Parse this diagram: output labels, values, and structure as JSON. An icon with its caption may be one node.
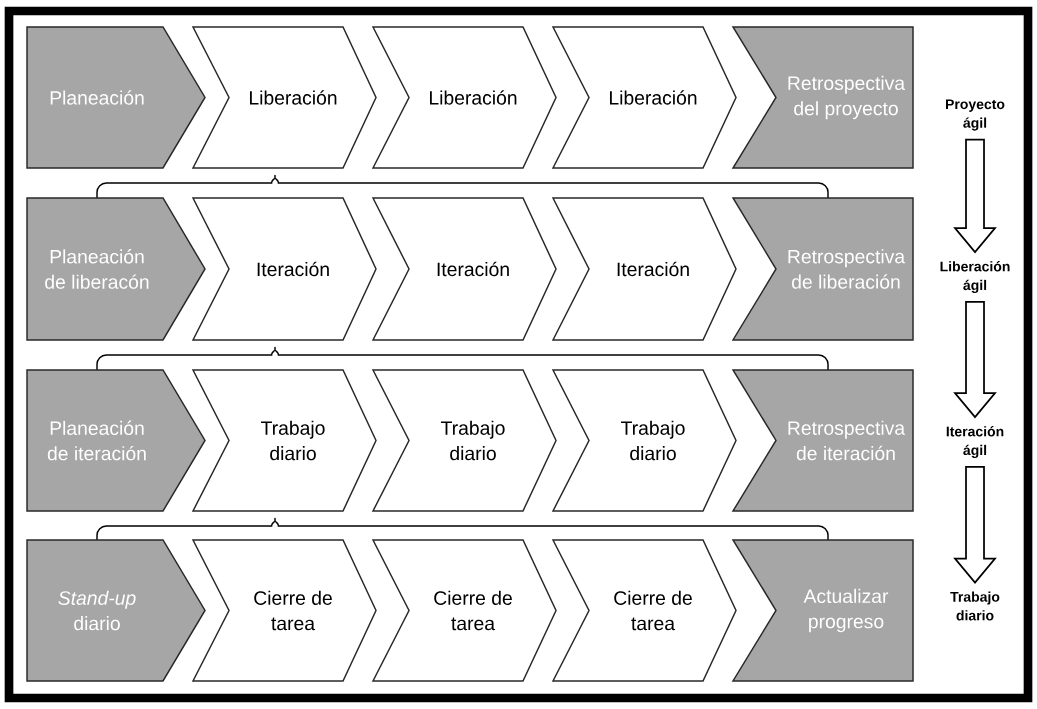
{
  "diagram": {
    "nodes": [
      {
        "text": [
          "Planeación"
        ]
      },
      {
        "text": [
          "Liberación"
        ]
      },
      {
        "text": [
          "Liberación"
        ]
      },
      {
        "text": [
          "Liberación"
        ]
      },
      {
        "text": [
          "Retrospectiva del proyecto"
        ]
      },
      {
        "text": [
          "Planeación de liberacón"
        ]
      },
      {
        "text": [
          "Iteración"
        ]
      },
      {
        "text": [
          "Iteración"
        ]
      },
      {
        "text": [
          "Iteración"
        ]
      },
      {
        "text": [
          "Retrospectiva de liberación"
        ]
      },
      {
        "text": [
          "Planeación de iteración"
        ]
      },
      {
        "text": [
          "Trabajo diario"
        ]
      },
      {
        "text": [
          "Trabajo diario"
        ]
      },
      {
        "text": [
          "Trabajo diario"
        ]
      },
      {
        "text": [
          "Retrospectiva de iteración"
        ]
      },
      {
        "text": [
          "*Stand-up* diario"
        ]
      },
      {
        "text": [
          "Cierre de tarea"
        ]
      },
      {
        "text": [
          "Cierre de tarea"
        ]
      },
      {
        "text": [
          "Cierre de tarea"
        ]
      },
      {
        "text": [
          "Actualizar progreso"
        ]
      },
      {
        "text": [
          "Proyecto ágil"
        ]
      },
      {
        "text": [
          "Liberación ágil"
        ]
      },
      {
        "text": [
          "Iteración ágil"
        ]
      },
      {
        "text": [
          "Trabajo diario"
        ]
      }
    ],
    "edges": [
      {
        "from": 20,
        "to": 21,
        "arrow": "to"
      },
      {
        "from": 21,
        "to": 22,
        "arrow": "to"
      },
      {
        "from": 22,
        "to": 23,
        "arrow": "to"
      }
    ]
  }
}
